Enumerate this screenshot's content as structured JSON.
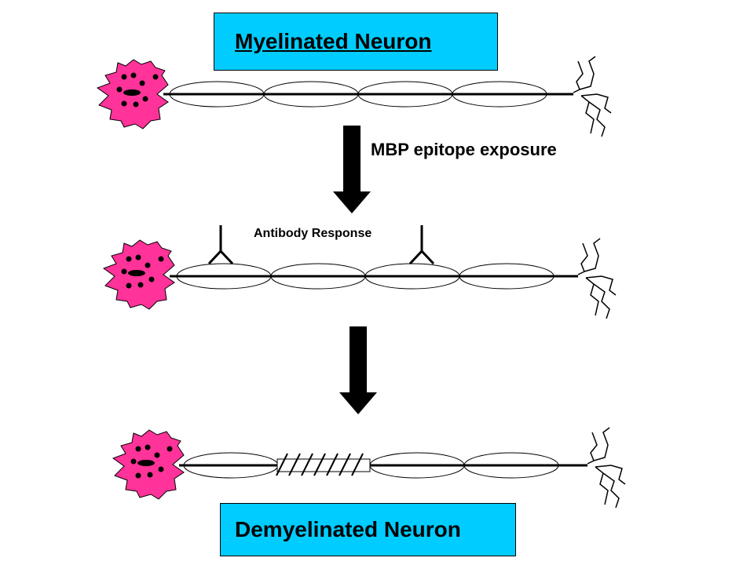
{
  "title_top": "Myelinated Neuron",
  "title_bottom": "Demyelinated Neuron",
  "step1_label": "MBP epitope exposure",
  "step2_label": "Antibody Response",
  "colors": {
    "title_box": "#00ccff",
    "cell_body": "#ff3399",
    "line": "#000000"
  },
  "icons": [
    "neuron-cell-body",
    "myelin-sheath-segment",
    "axon-terminal",
    "antibody-y-shape",
    "down-arrow",
    "damaged-myelin-hatch"
  ]
}
